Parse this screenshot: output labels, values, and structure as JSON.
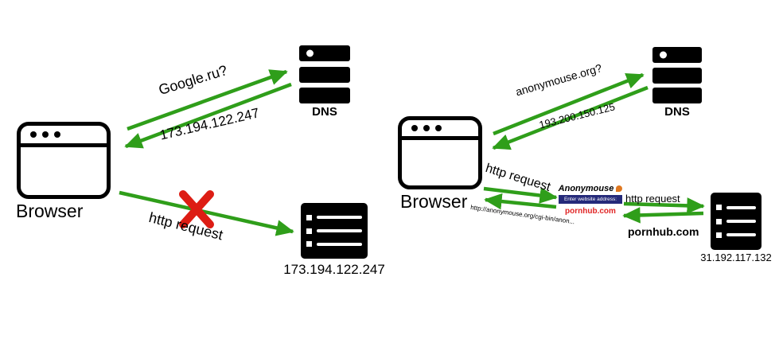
{
  "colors": {
    "arrow_green": "#2f9e1a",
    "cross_red": "#dd1d14",
    "prompt_bar_blue": "#252a7a",
    "address_red": "#e02424"
  },
  "left": {
    "browser_label": "Browser",
    "dns_label": "DNS",
    "dns_query_label": "Google.ru?",
    "dns_response_label": "173.194.122.247",
    "http_request_label": "http request",
    "server_ip_label": "173.194.122.247"
  },
  "right": {
    "browser_label": "Browser",
    "dns_label": "DNS",
    "dns_query_label": "anonymouse.org?",
    "dns_response_label": "193.200.150.125",
    "http_request_browser_label": "http request",
    "proxy_request_url": "http://anonymouse.org/cgi-bin/anon...",
    "proxy_site": {
      "title": "Anonymouse",
      "prompt": "Enter website address:",
      "address": "pornhub.com"
    },
    "http_request_server_label": "http request",
    "forwarded_host_label": "pornhub.com",
    "server_ip_label": "31.192.117.132"
  }
}
